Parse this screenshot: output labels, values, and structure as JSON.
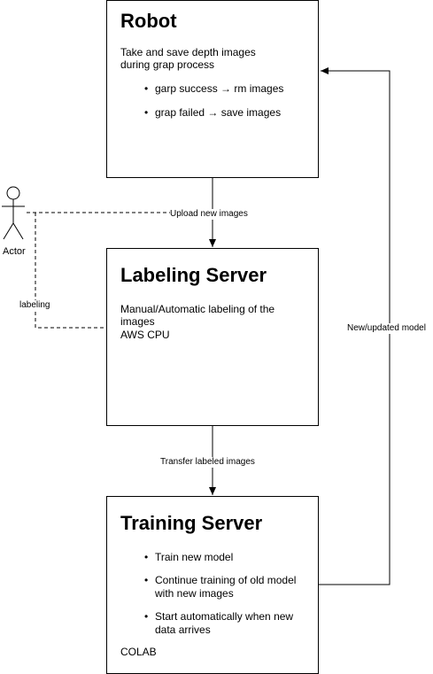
{
  "robot": {
    "title": "Robot",
    "description": "Take and save depth images during grap process",
    "bullets": [
      "garp success → rm images",
      "grap failed → save images"
    ]
  },
  "labeling": {
    "title": "Labeling Server",
    "description": "Manual/Automatic labeling of the images",
    "note": "AWS CPU"
  },
  "training": {
    "title": "Training Server",
    "bullets": [
      "Train new  model",
      "Continue training of old model with new  images",
      "Start automatically when new  data arrives"
    ],
    "note": "COLAB"
  },
  "actor": {
    "label": "Actor"
  },
  "edges": {
    "upload": "Upload new images",
    "transfer": "Transfer labeled images",
    "model": "New/updated model",
    "labeling": "labeling"
  }
}
